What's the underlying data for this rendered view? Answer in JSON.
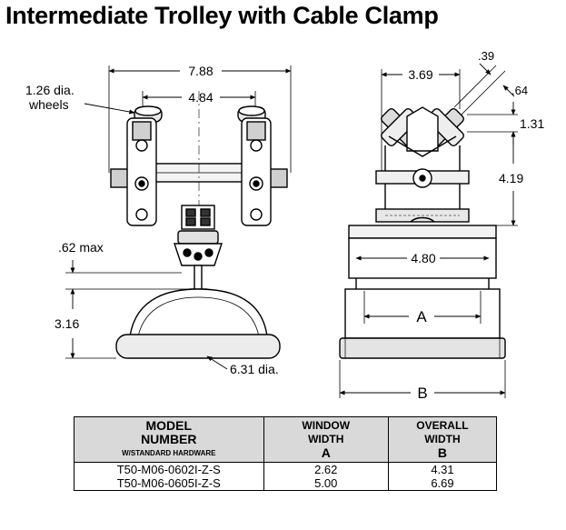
{
  "title": "Intermediate Trolley with Cable Clamp",
  "dimensions": {
    "overall_width": "7.88",
    "wheel_spacing": "4.84",
    "wheel_diameter": "1.26 dia.",
    "wheel_diameter_word": "wheels",
    "clamp_offset": ".62 max",
    "clamp_height": "3.16",
    "clamp_diameter": "6.31 dia.",
    "side_top_width": "3.69",
    "side_plate": ".39",
    "side_bolt": ".64",
    "side_upper_height": "1.31",
    "side_height": "4.19",
    "side_base_width": "4.80",
    "window_label": "A",
    "overall_label": "B"
  },
  "table": {
    "headers": {
      "model_line1": "MODEL",
      "model_line2": "NUMBER",
      "model_line3": "W/STANDARD HARDWARE",
      "window_line1": "WINDOW",
      "window_line2": "WIDTH",
      "window_line3": "A",
      "overall_line1": "OVERALL",
      "overall_line2": "WIDTH",
      "overall_line3": "B"
    },
    "rows": [
      {
        "model": "T50-M06-0602I-Z-S",
        "window": "2.62",
        "overall": "4.31"
      },
      {
        "model": "T50-M06-0605I-Z-S",
        "window": "5.00",
        "overall": "6.69"
      }
    ]
  }
}
